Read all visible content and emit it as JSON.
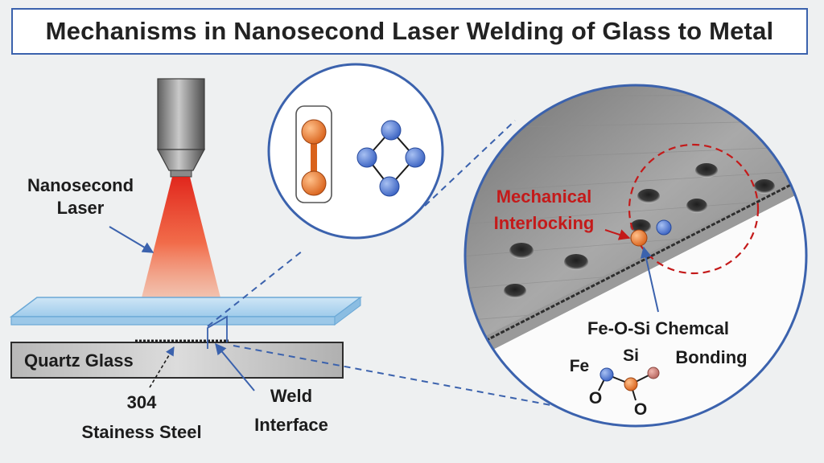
{
  "title": "Mechanisms in Nanosecond Laser Welding of Glass to Metal",
  "labels": {
    "laser_line1": "Nanosecond",
    "laser_line2": "Laser",
    "quartz": "Quartz Glass",
    "steel_line1": "304",
    "steel_line2": "Stainess Steel",
    "weld_line1": "Weld",
    "weld_line2": "Interface",
    "interlock_line1": "Mechanical",
    "interlock_line2": "Interlocking",
    "bonding_line1": "Fe-O-Si Chemcal",
    "bonding_line2": "Bonding",
    "mol_fe": "Fe",
    "mol_si": "Si",
    "mol_o1": "O",
    "mol_o2": "O"
  },
  "colors": {
    "accent_blue": "#3b62ad",
    "laser_red": "#e8321e",
    "interlock_red": "#c41a1a",
    "atom_orange": "#e9782a",
    "atom_blue": "#4f78d2",
    "atom_pink": "#c87872"
  }
}
